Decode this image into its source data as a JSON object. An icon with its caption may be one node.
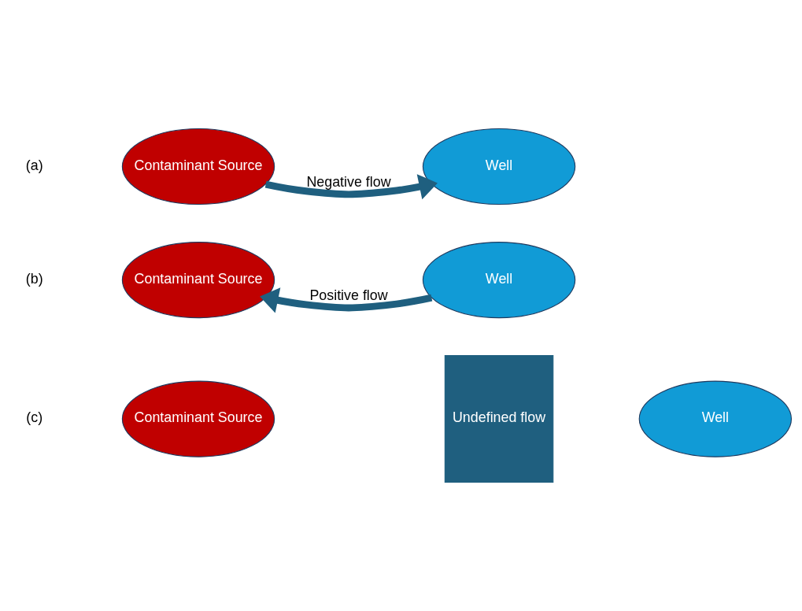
{
  "diagram": {
    "nodes": [
      {
        "text": [
          "Contaminant Source"
        ]
      },
      {
        "text": [
          "Well"
        ]
      },
      {
        "text": [
          "Contaminant Source"
        ]
      },
      {
        "text": [
          "Well"
        ]
      },
      {
        "text": [
          "Contaminant Source"
        ]
      },
      {
        "text": [
          "Undefined flow"
        ]
      },
      {
        "text": [
          "Well"
        ]
      }
    ],
    "edges": [
      {
        "from": 0,
        "to": 1,
        "arrow": "to",
        "label": "Negative flow"
      },
      {
        "from": 3,
        "to": 2,
        "arrow": "to",
        "label": "Positive flow"
      }
    ],
    "labels": [
      "(a)",
      "(b)",
      "(c)"
    ]
  }
}
